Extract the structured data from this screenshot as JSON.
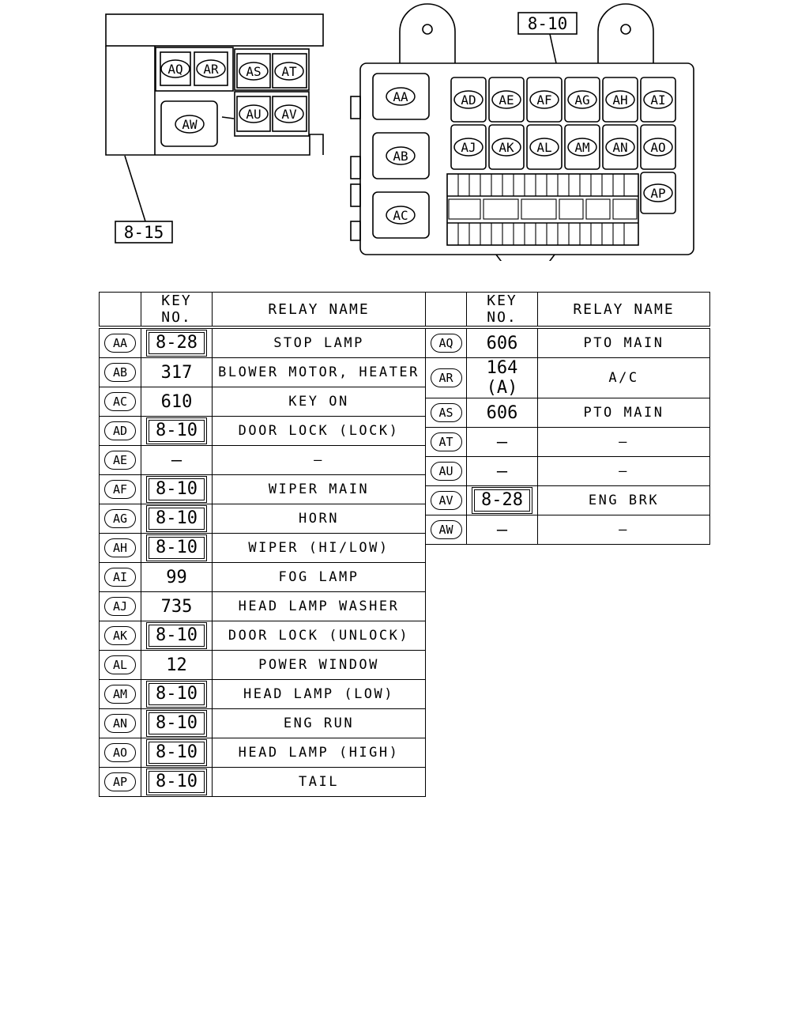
{
  "callouts": {
    "left": "8-15",
    "right": "8-10"
  },
  "left_box": {
    "relays": [
      "AQ",
      "AR",
      "AS",
      "AT",
      "AU",
      "AV",
      "AW"
    ]
  },
  "right_box": {
    "relays": [
      "AA",
      "AB",
      "AC",
      "AD",
      "AE",
      "AF",
      "AG",
      "AH",
      "AI",
      "AJ",
      "AK",
      "AL",
      "AM",
      "AN",
      "AO",
      "AP"
    ]
  },
  "table": {
    "headers": {
      "key": "KEY NO.",
      "name": "RELAY NAME"
    },
    "left": [
      {
        "id": "AA",
        "key": "8-28",
        "boxed": true,
        "name": "STOP LAMP"
      },
      {
        "id": "AB",
        "key": "317",
        "boxed": false,
        "name": "BLOWER MOTOR, HEATER"
      },
      {
        "id": "AC",
        "key": "610",
        "boxed": false,
        "name": "KEY ON"
      },
      {
        "id": "AD",
        "key": "8-10",
        "boxed": true,
        "name": "DOOR LOCK (LOCK)"
      },
      {
        "id": "AE",
        "key": "—",
        "boxed": false,
        "name": "—"
      },
      {
        "id": "AF",
        "key": "8-10",
        "boxed": true,
        "name": "WIPER MAIN"
      },
      {
        "id": "AG",
        "key": "8-10",
        "boxed": true,
        "name": "HORN"
      },
      {
        "id": "AH",
        "key": "8-10",
        "boxed": true,
        "name": "WIPER (HI/LOW)"
      },
      {
        "id": "AI",
        "key": "99",
        "boxed": false,
        "name": "FOG LAMP"
      },
      {
        "id": "AJ",
        "key": "735",
        "boxed": false,
        "name": "HEAD LAMP WASHER"
      },
      {
        "id": "AK",
        "key": "8-10",
        "boxed": true,
        "name": "DOOR LOCK (UNLOCK)"
      },
      {
        "id": "AL",
        "key": "12",
        "boxed": false,
        "name": "POWER WINDOW"
      },
      {
        "id": "AM",
        "key": "8-10",
        "boxed": true,
        "name": "HEAD LAMP (LOW)"
      },
      {
        "id": "AN",
        "key": "8-10",
        "boxed": true,
        "name": "ENG RUN"
      },
      {
        "id": "AO",
        "key": "8-10",
        "boxed": true,
        "name": "HEAD LAMP (HIGH)"
      },
      {
        "id": "AP",
        "key": "8-10",
        "boxed": true,
        "name": "TAIL"
      }
    ],
    "right": [
      {
        "id": "AQ",
        "key": "606",
        "boxed": false,
        "name": "PTO MAIN"
      },
      {
        "id": "AR",
        "key": "164 (A)",
        "boxed": false,
        "name": "A/C"
      },
      {
        "id": "AS",
        "key": "606",
        "boxed": false,
        "name": "PTO MAIN"
      },
      {
        "id": "AT",
        "key": "—",
        "boxed": false,
        "name": "—"
      },
      {
        "id": "AU",
        "key": "—",
        "boxed": false,
        "name": "—"
      },
      {
        "id": "AV",
        "key": "8-28",
        "boxed": true,
        "name": "ENG BRK"
      },
      {
        "id": "AW",
        "key": "—",
        "boxed": false,
        "name": "—"
      }
    ]
  }
}
